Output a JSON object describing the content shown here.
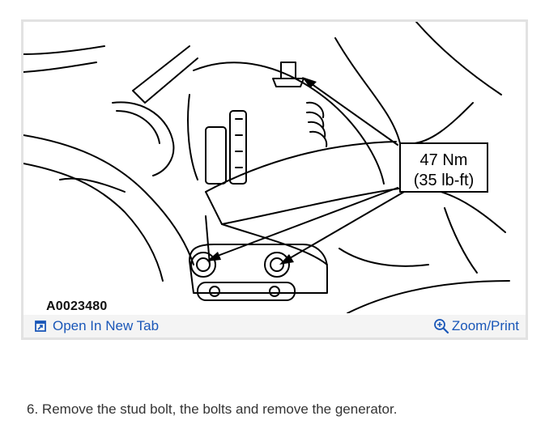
{
  "figure": {
    "code": "A0023480",
    "callout_line1": "47 Nm",
    "callout_line2": "(35 lb-ft)",
    "toolbar": {
      "open_tab_label": "Open In New Tab",
      "zoom_label": "Zoom/Print",
      "open_tab_icon": "open-new-tab-icon",
      "zoom_icon": "magnifier-plus-icon",
      "link_color": "#1a57b8"
    }
  },
  "instructions": {
    "step_number": "6.",
    "step_text": "Remove the stud bolt, the bolts and remove the generator."
  }
}
